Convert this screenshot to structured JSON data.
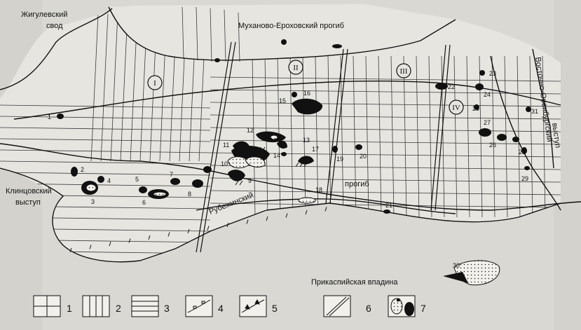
{
  "regions": {
    "zhigulevsky": [
      "Жигулевский",
      "свод"
    ],
    "mukhanovo": "Муханово-Ероховский прогиб",
    "klintsovsky": [
      "Клинцовский",
      "выступ"
    ],
    "rubezhinsky": "Рубежинский",
    "progib": "прогиб",
    "vostochno": [
      "Восточно-Оренбургский",
      "выступ"
    ],
    "prikaspiyskaya": "Прикаспийская впадина"
  },
  "zones": [
    "I",
    "II",
    "III",
    "IV"
  ],
  "fields": [
    "1",
    "2",
    "3",
    "4",
    "5",
    "6",
    "7",
    "8",
    "9",
    "10",
    "11",
    "12",
    "13",
    "14",
    "15",
    "16",
    "17",
    "18",
    "19",
    "20",
    "21",
    "22",
    "23",
    "24",
    "25",
    "26",
    "27",
    "28",
    "29",
    "30",
    "31"
  ],
  "legend": [
    "1",
    "2",
    "3",
    "4",
    "5",
    "6",
    "7"
  ],
  "colors": {
    "ink": "#141414",
    "paper": "#d9d8d3",
    "panel": "#e6e5e0"
  }
}
